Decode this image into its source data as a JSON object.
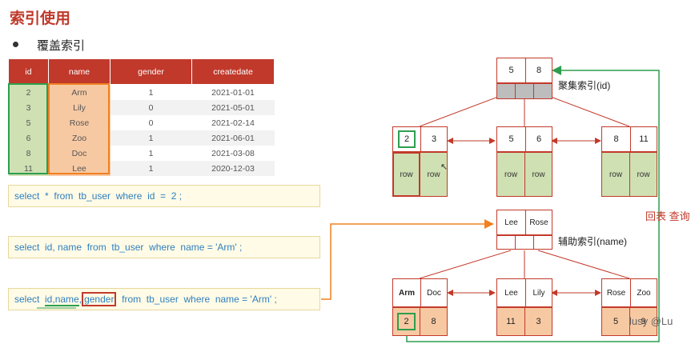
{
  "title": "索引使用",
  "bullet": "覆盖索引",
  "table": {
    "headers": [
      "id",
      "name",
      "gender",
      "createdate"
    ],
    "rows": [
      [
        "2",
        "Arm",
        "1",
        "2021-01-01"
      ],
      [
        "3",
        "Lily",
        "0",
        "2021-05-01"
      ],
      [
        "5",
        "Rose",
        "0",
        "2021-02-14"
      ],
      [
        "6",
        "Zoo",
        "1",
        "2021-06-01"
      ],
      [
        "8",
        "Doc",
        "1",
        "2021-03-08"
      ],
      [
        "11",
        "Lee",
        "1",
        "2020-12-03"
      ]
    ]
  },
  "sql": {
    "q1": "select  *  from  tb_user  where  id  =  2 ;",
    "q2": "select  id, name  from  tb_user  where  name = 'Arm' ;",
    "q3_a": "select  ",
    "q3_id": "id",
    "q3_b": ",",
    "q3_name": "name",
    "q3_c": ",",
    "q3_gender": "gender",
    "q3_d": "  from  tb_user  where  name = 'Arm' ;"
  },
  "clustered": {
    "label": "聚集索引(id)",
    "root": [
      "5",
      "8"
    ],
    "leaves": [
      {
        "keys": [
          "2",
          "3"
        ],
        "rows": [
          "row",
          "row"
        ]
      },
      {
        "keys": [
          "5",
          "6"
        ],
        "rows": [
          "row",
          "row"
        ]
      },
      {
        "keys": [
          "8",
          "11"
        ],
        "rows": [
          "row",
          "row"
        ]
      }
    ]
  },
  "secondary": {
    "label": "辅助索引(name)",
    "root": [
      "Lee",
      "Rose"
    ],
    "leaves": [
      {
        "keys": [
          "Arm",
          "Doc"
        ],
        "ids": [
          "2",
          "8"
        ]
      },
      {
        "keys": [
          "Lee",
          "Lily"
        ],
        "ids": [
          "11",
          "3"
        ]
      },
      {
        "keys": [
          "Rose",
          "Zoo"
        ],
        "ids": [
          "5",
          "9"
        ]
      }
    ]
  },
  "back_label": "回表 查询",
  "watermark": "lusy @Lu",
  "colors": {
    "accent": "#c0392b",
    "green": "#2e9e4e",
    "orange": "#f08020",
    "sql_text": "#2f7fbf"
  }
}
